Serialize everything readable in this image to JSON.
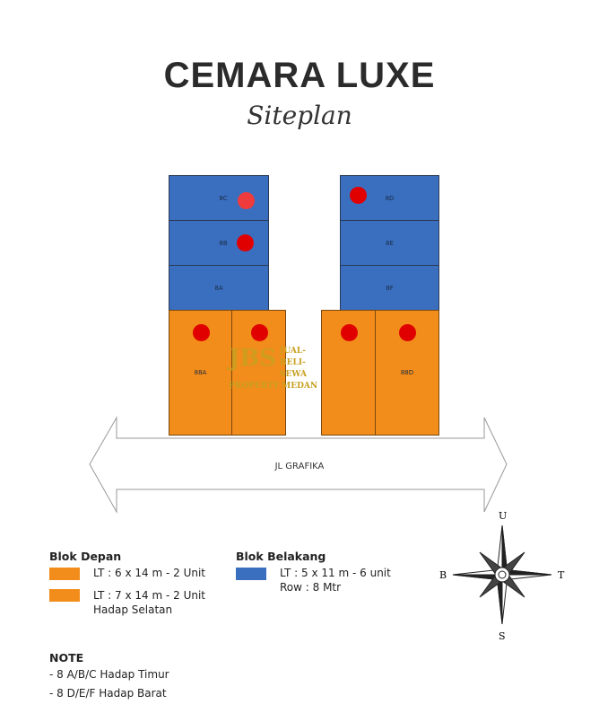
{
  "title": "CEMARA LUXE",
  "subtitle": "Siteplan",
  "lots": {
    "c": "8C",
    "b": "8B",
    "a": "8A",
    "d": "8D",
    "e": "8E",
    "f": "8F",
    "fa": "88A",
    "fd": "88D"
  },
  "road": "JL GRAFIKA",
  "watermark": {
    "logo": "JBS",
    "line1": "JUAL-BELI-SEWA",
    "line2": "PROPERTY MEDAN"
  },
  "legend": {
    "front": {
      "heading": "Blok Depan",
      "item1": "LT : 6 x 14 m - 2 Unit",
      "item2": "LT : 7 x 14 m - 2 Unit",
      "item2b": "Hadap Selatan",
      "color": "#f28c1a"
    },
    "back": {
      "heading": "Blok Belakang",
      "item1": "LT : 5 x 11 m - 6 unit",
      "item1b": "Row : 8 Mtr",
      "color": "#3a6fc0"
    }
  },
  "note": {
    "heading": "NOTE",
    "line1": "- 8 A/B/C Hadap Timur",
    "line2": "- 8 D/E/F Hadap Barat"
  },
  "compass": {
    "n": "U",
    "s": "S",
    "w": "B",
    "e": "T"
  }
}
